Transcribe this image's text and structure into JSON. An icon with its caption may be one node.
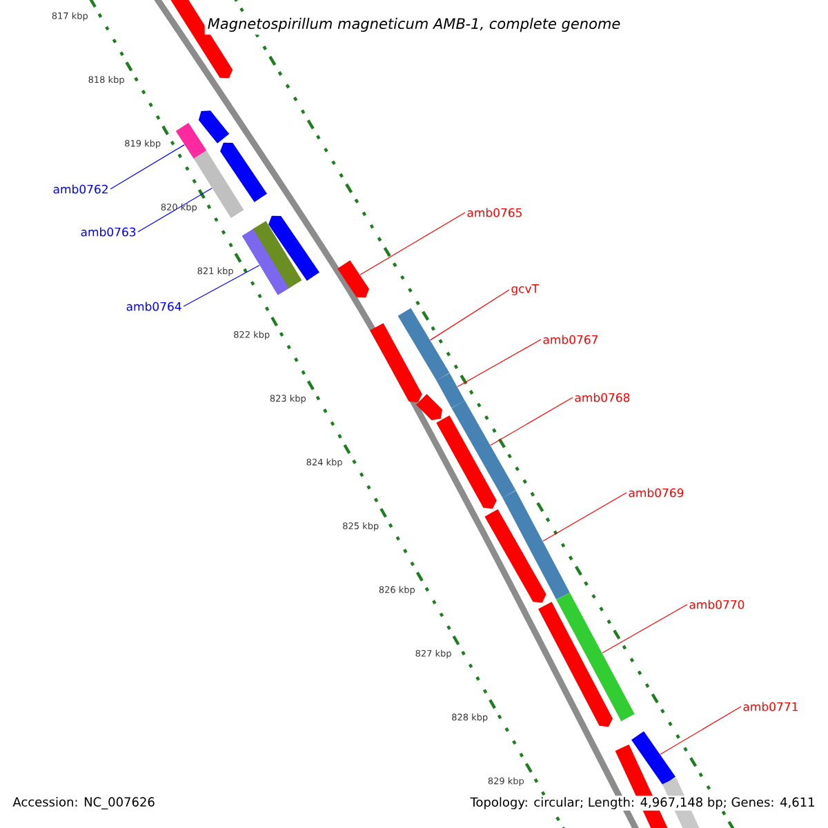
{
  "diagram": {
    "title": "Magnetospirillum magneticum AMB-1, complete genome",
    "nodes": [
      {
        "text": [
          "amb0762"
        ]
      },
      {
        "text": [
          "amb0763"
        ]
      },
      {
        "text": [
          "amb0764"
        ]
      },
      {
        "text": [
          "amb0765"
        ]
      },
      {
        "text": [
          "gcvT"
        ]
      },
      {
        "text": [
          "amb0767"
        ]
      },
      {
        "text": [
          "amb0768"
        ]
      },
      {
        "text": [
          "amb0769"
        ]
      },
      {
        "text": [
          "amb0770"
        ]
      },
      {
        "text": [
          "amb0771"
        ]
      },
      {
        "text": [],
        "shape": "bar"
      },
      {
        "text": [],
        "shape": "bar"
      },
      {
        "text": [],
        "shape": "bar"
      },
      {
        "text": [],
        "shape": "bar"
      },
      {
        "text": [],
        "shape": "bar"
      },
      {
        "text": [],
        "shape": "bar"
      },
      {
        "text": [],
        "shape": "bar"
      },
      {
        "text": [],
        "shape": "bar"
      },
      {
        "text": [],
        "shape": "bar"
      },
      {
        "text": [],
        "shape": "bar"
      },
      {
        "text": [],
        "shape": "bar"
      },
      {
        "text": [],
        "shape": "bar"
      },
      {
        "text": [],
        "shape": "bar"
      },
      {
        "text": [],
        "shape": "bar"
      },
      {
        "text": [],
        "shape": "bar"
      },
      {
        "text": [],
        "shape": "bar"
      },
      {
        "text": [],
        "shape": "bar"
      },
      {
        "text": [],
        "shape": "bar"
      },
      {
        "text": [],
        "shape": "bar"
      },
      {
        "text": [],
        "shape": "bar"
      },
      {
        "text": [],
        "shape": "bar"
      },
      {
        "text": [],
        "shape": "bar"
      }
    ],
    "edges": [
      {
        "from": 0,
        "to": 10,
        "arrow": "none",
        "color": "#0000ff"
      },
      {
        "from": 1,
        "to": 11,
        "arrow": "none",
        "color": "#0000ff"
      },
      {
        "from": 2,
        "to": 12,
        "arrow": "none",
        "color": "#0000ff"
      },
      {
        "from": 3,
        "to": 13,
        "arrow": "none"
      },
      {
        "from": 4,
        "to": 14,
        "arrow": "none"
      },
      {
        "from": 5,
        "to": 15,
        "arrow": "none"
      },
      {
        "from": 6,
        "to": 16,
        "arrow": "none"
      },
      {
        "from": 7,
        "to": 17,
        "arrow": "none"
      },
      {
        "from": 8,
        "to": 18,
        "arrow": "none"
      },
      {
        "from": 9,
        "to": 19,
        "arrow": "none"
      }
    ],
    "labels": [
      "817 kbp",
      "818 kbp",
      "819 kbp",
      "820 kbp",
      "821 kbp",
      "822 kbp",
      "823 kbp",
      "824 kbp",
      "825 kbp",
      "826 kbp",
      "827 kbp",
      "828 kbp",
      "829 kbp",
      "Accession: NC_007626",
      "Topology: circular; Length: 4,967,148 bp; Genes: 4,611"
    ]
  }
}
